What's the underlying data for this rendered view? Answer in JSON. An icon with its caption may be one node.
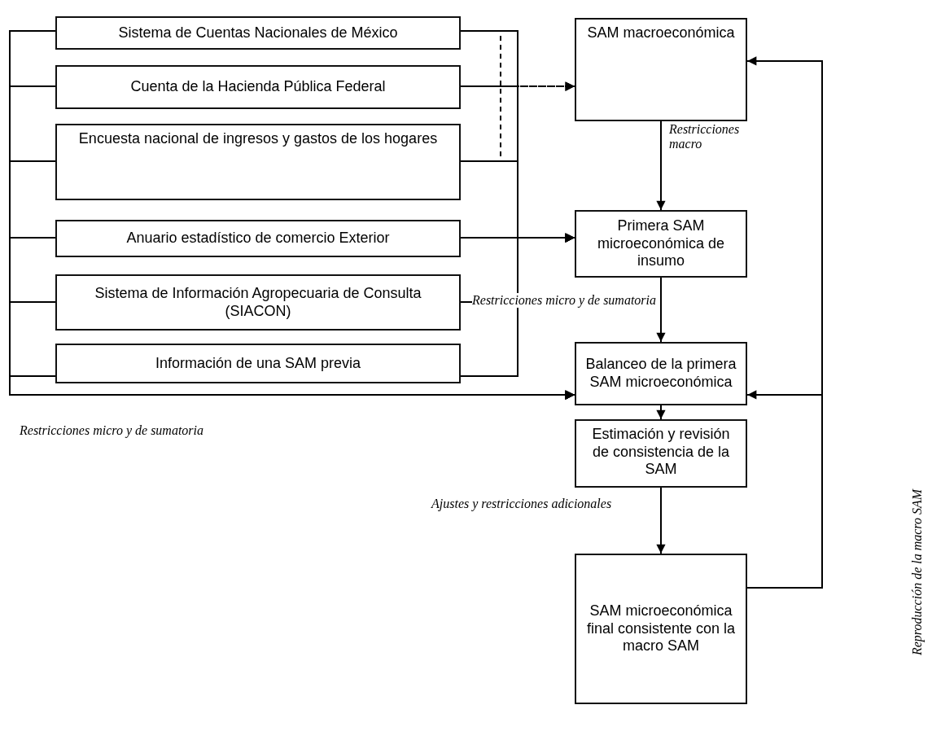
{
  "diagram": {
    "nodes": [
      {
        "text": [
          "Sistema de Cuentas Nacionales de México"
        ]
      },
      {
        "text": [
          "Cuenta de la Hacienda Pública Federal"
        ]
      },
      {
        "text": [
          "Encuesta nacional de ingresos y gastos de los hogares"
        ]
      },
      {
        "text": [
          "Anuario estadístico de comercio Exterior"
        ]
      },
      {
        "text": [
          "Sistema de Información Agropecuaria de Consulta (SIACON)"
        ]
      },
      {
        "text": [
          "Información de una SAM previa"
        ]
      },
      {
        "text": [
          "SAM macroeconómica"
        ]
      },
      {
        "text": [
          "Primera SAM microeconómica de insumo"
        ]
      },
      {
        "text": [
          "Balanceo de la primera SAM microeconómica"
        ]
      },
      {
        "text": [
          "Estimación y revisión de consistencia de la SAM"
        ]
      },
      {
        "text": [
          "SAM microeconómica final consistente con la macro SAM"
        ]
      }
    ],
    "edges": [
      {
        "from": 0,
        "to": 6,
        "arrow": "to",
        "style": "dashed"
      },
      {
        "from": 1,
        "to": 6,
        "arrow": "to",
        "style": "dashed"
      },
      {
        "from": 2,
        "to": 6,
        "arrow": "to",
        "style": "dashed"
      },
      {
        "from": 0,
        "to": 7,
        "arrow": "to"
      },
      {
        "from": 1,
        "to": 7,
        "arrow": "to"
      },
      {
        "from": 2,
        "to": 7,
        "arrow": "to"
      },
      {
        "from": 3,
        "to": 7,
        "arrow": "to"
      },
      {
        "from": 4,
        "to": 7,
        "arrow": "to"
      },
      {
        "from": 5,
        "to": 7,
        "arrow": "to"
      },
      {
        "from": 0,
        "to": 8,
        "arrow": "to"
      },
      {
        "from": 1,
        "to": 8,
        "arrow": "to"
      },
      {
        "from": 2,
        "to": 8,
        "arrow": "to"
      },
      {
        "from": 3,
        "to": 8,
        "arrow": "to"
      },
      {
        "from": 4,
        "to": 8,
        "arrow": "to"
      },
      {
        "from": 5,
        "to": 8,
        "arrow": "to"
      },
      {
        "from": 6,
        "to": 7,
        "arrow": "to",
        "label": "Restricciones macro"
      },
      {
        "from": 7,
        "to": 8,
        "arrow": "to",
        "label": "Restricciones micro y de sumatoria"
      },
      {
        "from": 8,
        "to": 9,
        "arrow": "to"
      },
      {
        "from": 9,
        "to": 10,
        "arrow": "to",
        "label": "Ajustes y  restricciones adicionales"
      },
      {
        "from": 10,
        "to": 6,
        "arrow": "to"
      },
      {
        "from": 10,
        "to": 8,
        "arrow": "to"
      }
    ],
    "labels": [
      "Restricciones micro y de sumatoria",
      "Reproducción de la macro SAM"
    ]
  }
}
